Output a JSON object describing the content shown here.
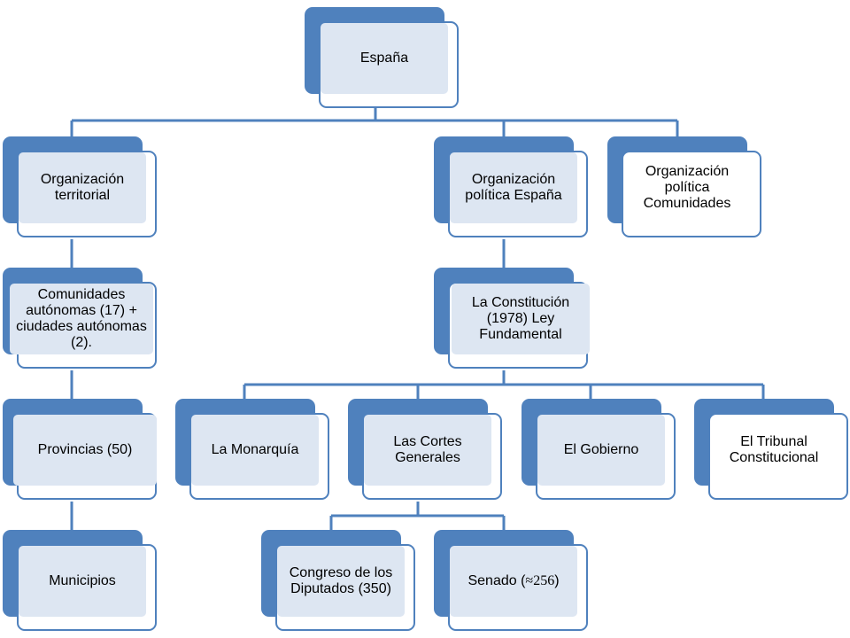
{
  "colors": {
    "accent": "#4f81bd",
    "label_fill": "#dde6f2"
  },
  "nodes": {
    "espana": "España",
    "org_territorial": "Organización territorial",
    "comunidades": "Comunidades autónomas (17) + ciudades autónomas (2).",
    "provincias": "Provincias (50)",
    "municipios": "Municipios",
    "org_politica_espana": "Organización política España",
    "org_politica_comunidades": "Organización política Comunidades",
    "constitucion": "La Constitución (1978) Ley Fundamental",
    "monarquia": "La Monarquía",
    "cortes": "Las Cortes Generales",
    "gobierno": "El Gobierno",
    "tribunal": "El Tribunal Constitucional",
    "congreso": "Congreso de los Diputados (350)",
    "senado": "Senado (",
    "senado_num": "≈256",
    "senado_close": ")"
  }
}
